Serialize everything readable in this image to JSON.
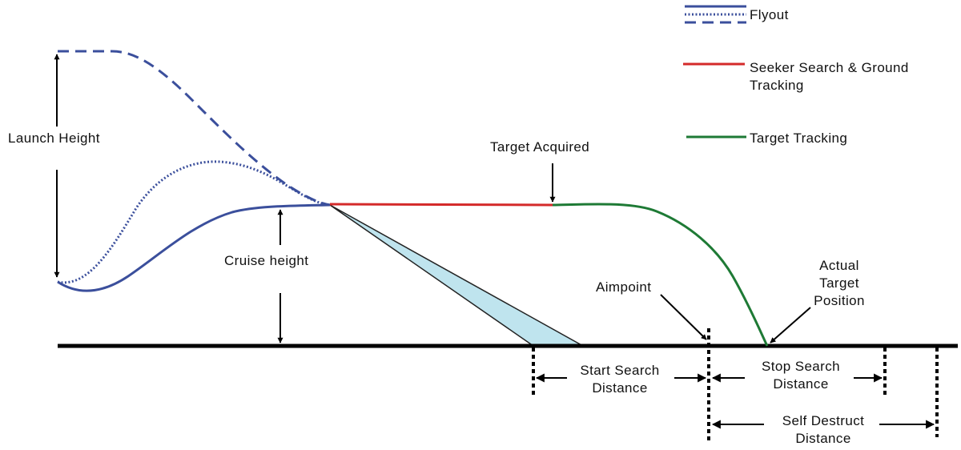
{
  "legend": {
    "flyout": "Flyout",
    "seeker_search": "Seeker Search & Ground\nTracking",
    "target_tracking": "Target Tracking"
  },
  "labels": {
    "launch_height": "Launch Height",
    "cruise_height": "Cruise height",
    "target_acquired": "Target Acquired",
    "aimpoint": "Aimpoint",
    "actual_target_position": "Actual\nTarget\nPosition",
    "start_search_distance": "Start Search\nDistance",
    "stop_search_distance": "Stop Search\nDistance",
    "self_destruct_distance": "Self Destruct\nDistance"
  },
  "colors": {
    "flyout": "#3b4f9c",
    "seeker_search": "#d42a2a",
    "target_tracking": "#1e7a35",
    "search_cone": "#bfe4ee",
    "ground": "#000000"
  },
  "icons": [
    "arrow-up-icon",
    "arrow-down-icon",
    "arrow-left-icon",
    "arrow-right-icon"
  ]
}
